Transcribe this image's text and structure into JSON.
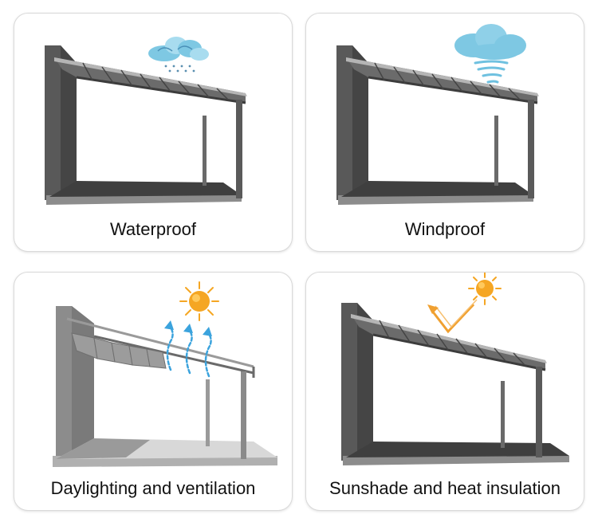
{
  "cards": [
    {
      "label": "Waterproof",
      "icon": "rain-cloud-icon"
    },
    {
      "label": "Windproof",
      "icon": "wind-cloud-icon"
    },
    {
      "label": "Daylighting and ventilation",
      "icon": "sun-icon"
    },
    {
      "label": "Sunshade and heat insulation",
      "icon": "sun-icon"
    }
  ],
  "colors": {
    "frame": "#5a5a5a",
    "frame_dark": "#3c3c3c",
    "roof": "#6b6b6b",
    "floor": "#4a4a4a",
    "sun": "#f5a623",
    "sun_core": "#f29a0b",
    "cloud": "#7ec8e3",
    "cloud_light": "#a8dcef",
    "airflow": "#3ba3dd",
    "reflection": "#f0a030",
    "card_border": "#d9d9d9"
  }
}
